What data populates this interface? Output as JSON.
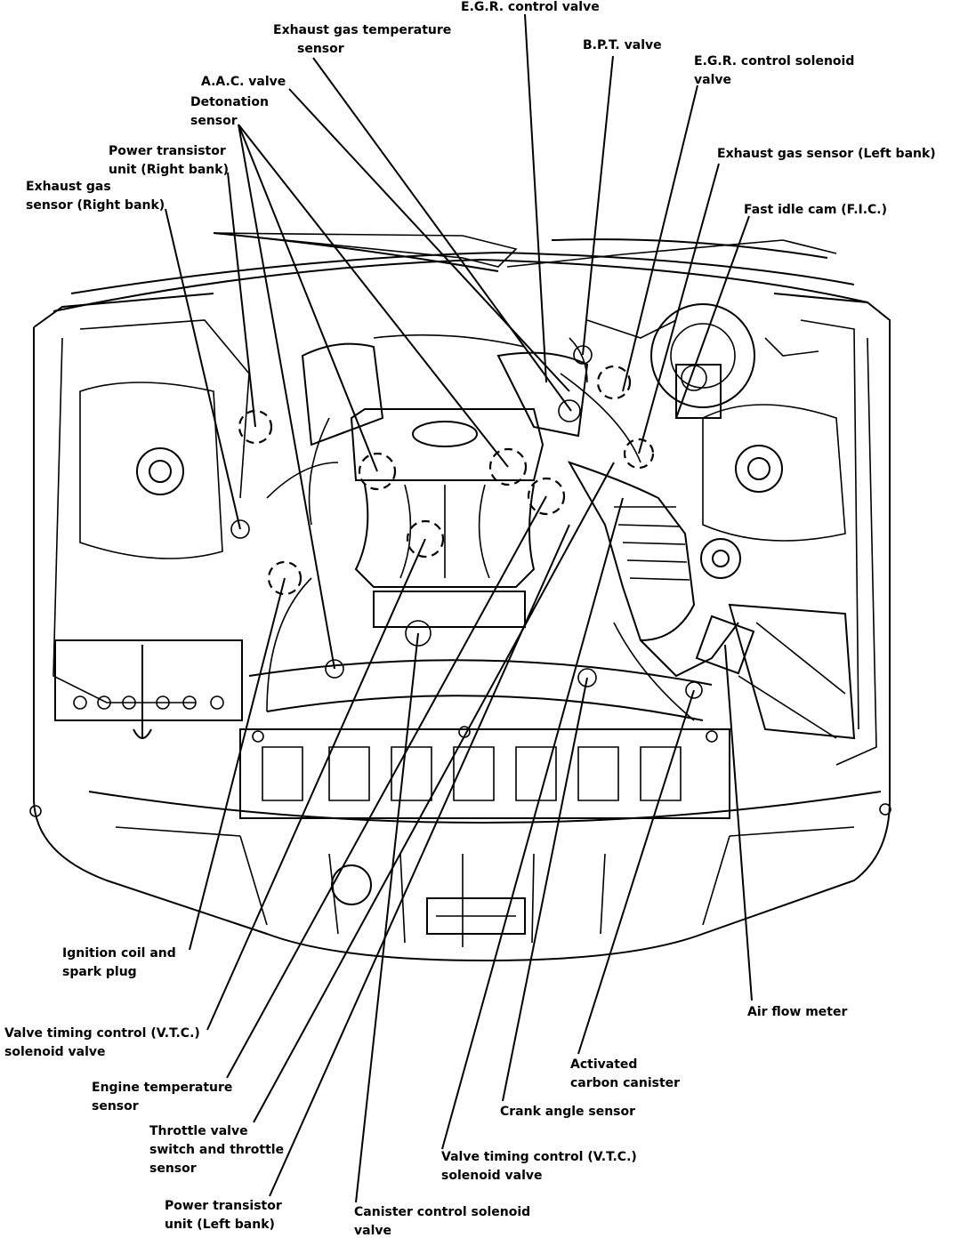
{
  "labels": {
    "egr_control_valve": "E.G.R. control valve",
    "exhaust_gas_temp_sensor": [
      "Exhaust gas temperature",
      "sensor"
    ],
    "bpt_valve": "B.P.T. valve",
    "egr_control_solenoid_valve": [
      "E.G.R. control solenoid",
      "valve"
    ],
    "aac_valve": "A.A.C. valve",
    "detonation_sensor": [
      "Detonation",
      "sensor"
    ],
    "power_transistor_right": [
      "Power transistor",
      "unit (Right bank)"
    ],
    "exhaust_gas_sensor_left": "Exhaust gas sensor (Left bank)",
    "exhaust_gas_sensor_right": [
      "Exhaust gas",
      "sensor (Right bank)"
    ],
    "fast_idle_cam": "Fast idle cam (F.I.C.)",
    "ignition_coil": [
      "Ignition coil and",
      "spark plug"
    ],
    "air_flow_meter": "Air flow meter",
    "vtc_solenoid_left": [
      "Valve timing control (V.T.C.)",
      "solenoid valve"
    ],
    "activated_carbon_canister": [
      "Activated",
      "carbon canister"
    ],
    "engine_temp_sensor": [
      "Engine temperature",
      "sensor"
    ],
    "crank_angle_sensor": "Crank angle sensor",
    "throttle_valve_switch": [
      "Throttle valve",
      "switch and throttle",
      "sensor"
    ],
    "vtc_solenoid_bottom": [
      "Valve timing control (V.T.C.)",
      "solenoid valve"
    ],
    "power_transistor_left": [
      "Power transistor",
      "unit (Left bank)"
    ],
    "canister_control_solenoid": [
      "Canister control solenoid",
      "valve"
    ]
  }
}
